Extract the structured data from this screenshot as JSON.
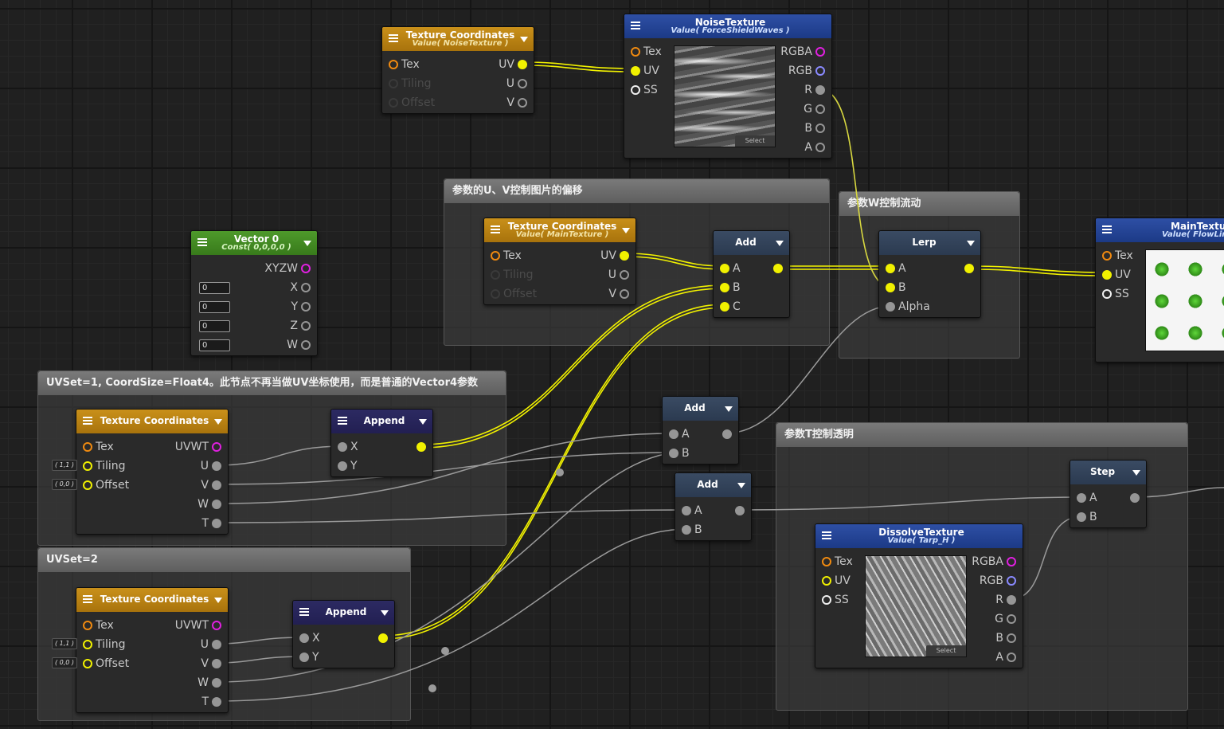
{
  "groups": {
    "uv_offset": "参数的U、V控制图片的偏移",
    "w_flow": "参数W控制流动",
    "uvset1": "UVSet=1, CoordSize=Float4。此节点不再当做UV坐标使用，而是普通的Vector4参数",
    "uvset2": "UVSet=2",
    "t_alpha": "参数T控制透明"
  },
  "nodes": {
    "tc_noise": {
      "title": "Texture Coordinates",
      "subtitle": "Value( NoiseTexture )",
      "inputs": [
        "Tex",
        "Tiling",
        "Offset"
      ],
      "outputs": [
        "UV",
        "U",
        "V"
      ]
    },
    "noise_tex": {
      "title": "NoiseTexture",
      "subtitle": "Value( ForceShieldWaves )",
      "inputs": [
        "Tex",
        "UV",
        "SS"
      ],
      "outputs": [
        "RGBA",
        "RGB",
        "R",
        "G",
        "B",
        "A"
      ],
      "select": "Select"
    },
    "vector0": {
      "title": "Vector 0",
      "subtitle": "Const( 0,0,0,0 )",
      "outputs": [
        "XYZW",
        "X",
        "Y",
        "Z",
        "W"
      ],
      "values": [
        "0",
        "0",
        "0",
        "0"
      ]
    },
    "tc_main": {
      "title": "Texture Coordinates",
      "subtitle": "Value( MainTexture )",
      "inputs": [
        "Tex",
        "Tiling",
        "Offset"
      ],
      "outputs": [
        "UV",
        "U",
        "V"
      ]
    },
    "add_top": {
      "title": "Add",
      "inputs": [
        "A",
        "B",
        "C"
      ]
    },
    "lerp": {
      "title": "Lerp",
      "inputs": [
        "A",
        "B",
        "Alpha"
      ]
    },
    "main_tex": {
      "title": "MainTexture",
      "subtitle": "Value( FlowLin",
      "inputs": [
        "Tex",
        "UV",
        "SS"
      ]
    },
    "tc1": {
      "title": "Texture Coordinates",
      "inputs": [
        "Tex",
        "Tiling",
        "Offset"
      ],
      "outputs": [
        "UVWT",
        "U",
        "V",
        "W",
        "T"
      ],
      "tiling_val": "( 1,1 )",
      "offset_val": "( 0,0 )"
    },
    "append1": {
      "title": "Append",
      "inputs": [
        "X",
        "Y"
      ]
    },
    "add_mid1": {
      "title": "Add",
      "inputs": [
        "A",
        "B"
      ]
    },
    "add_mid2": {
      "title": "Add",
      "inputs": [
        "A",
        "B"
      ]
    },
    "tc2": {
      "title": "Texture Coordinates",
      "inputs": [
        "Tex",
        "Tiling",
        "Offset"
      ],
      "outputs": [
        "UVWT",
        "U",
        "V",
        "W",
        "T"
      ],
      "tiling_val": "( 1,1 )",
      "offset_val": "( 0,0 )"
    },
    "append2": {
      "title": "Append",
      "inputs": [
        "X",
        "Y"
      ]
    },
    "step": {
      "title": "Step",
      "inputs": [
        "A",
        "B"
      ]
    },
    "dissolve_tex": {
      "title": "DissolveTexture",
      "subtitle": "Value( Tarp_H )",
      "inputs": [
        "Tex",
        "UV",
        "SS"
      ],
      "outputs": [
        "RGBA",
        "RGB",
        "R",
        "G",
        "B",
        "A"
      ],
      "select": "Select"
    }
  },
  "colors": {
    "uv_wire": "#f1f100",
    "float_wire": "#9a9a9a",
    "tex_pin": "#f08a10",
    "rgba_pin": "#e020e0"
  }
}
